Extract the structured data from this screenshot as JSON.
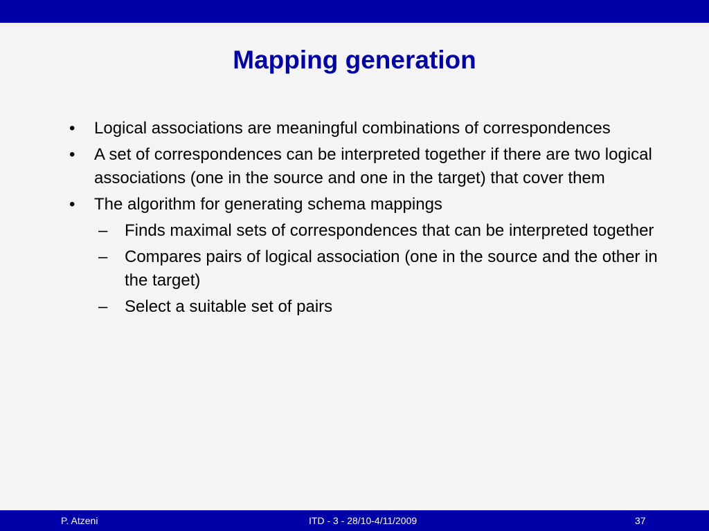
{
  "slide": {
    "title": "Mapping generation",
    "bullets": [
      {
        "marker": "•",
        "text": "Logical associations are meaningful combinations of correspondences"
      },
      {
        "marker": "•",
        "text": "A set of correspondences can be interpreted together if there are two logical associations (one in the source and one in the target) that cover them"
      },
      {
        "marker": "•",
        "text": "The algorithm for generating schema mappings"
      },
      {
        "marker": "–",
        "text": "Finds maximal sets of correspondences that can be interpreted together"
      },
      {
        "marker": "–",
        "text": "Compares pairs of logical association (one in the source and the other in the target)"
      },
      {
        "marker": "–",
        "text": "Select a suitable set of pairs"
      }
    ]
  },
  "footer": {
    "author": "P. Atzeni",
    "course": "ITD - 3 - 28/10-4/11/2009",
    "page_number": "37"
  },
  "colors": {
    "accent_blue": "#0000a8",
    "background": "#f4f4f4",
    "text": "#000000"
  }
}
